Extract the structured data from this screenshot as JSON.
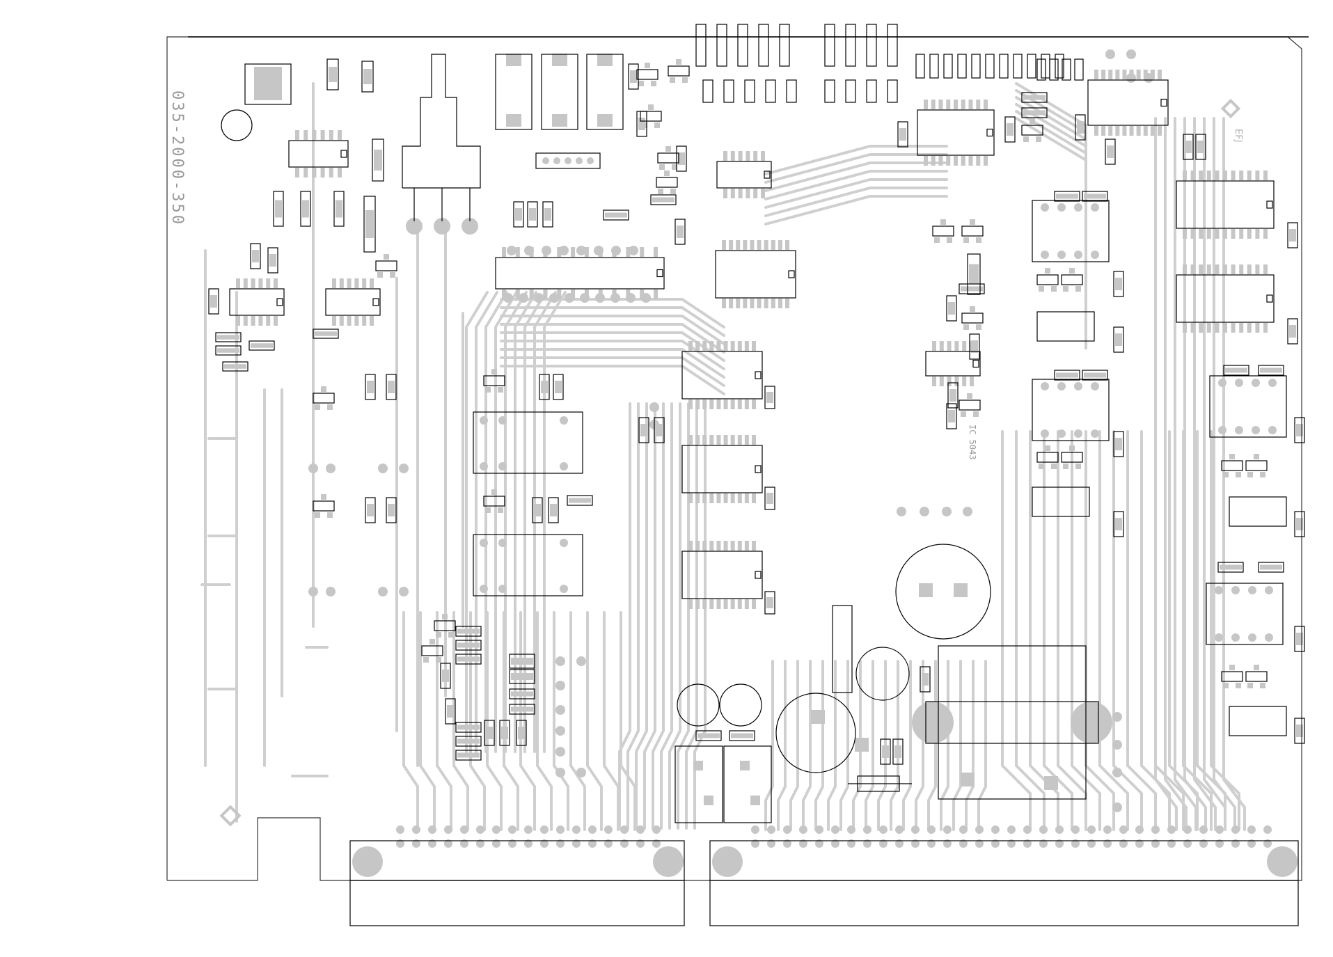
{
  "board": {
    "part_number": "035-2000-350",
    "logo": "EFJ",
    "ic_marking": "IC 5043"
  },
  "colors": {
    "trace": "#c8c8c8",
    "pad": "#c6c6c6",
    "outline": "#000000",
    "silk_text": "#999999"
  },
  "icons": [
    "diamond-fiducial",
    "resistor",
    "electrolytic-capacitor",
    "edge-connector"
  ]
}
